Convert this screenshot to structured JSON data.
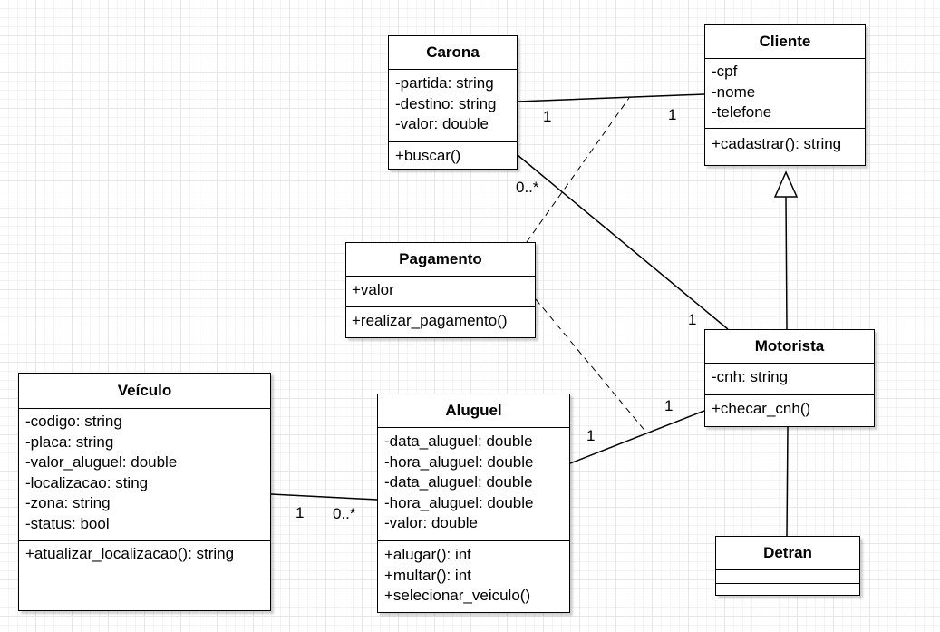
{
  "classes": {
    "carona": {
      "name": "Carona",
      "attributes": [
        "-partida: string",
        "-destino: string",
        "-valor: double"
      ],
      "methods": [
        "+buscar()"
      ]
    },
    "cliente": {
      "name": "Cliente",
      "attributes": [
        "-cpf",
        "-nome",
        "-telefone"
      ],
      "methods": [
        "+cadastrar(): string"
      ]
    },
    "pagamento": {
      "name": "Pagamento",
      "attributes": [
        "+valor"
      ],
      "methods": [
        "+realizar_pagamento()"
      ]
    },
    "motorista": {
      "name": "Motorista",
      "attributes": [
        "-cnh: string"
      ],
      "methods": [
        "+checar_cnh()"
      ]
    },
    "veiculo": {
      "name": "Veículo",
      "attributes": [
        "-codigo: string",
        "-placa: string",
        "-valor_aluguel: double",
        "-localizacao: sting",
        "-zona: string",
        "-status: bool"
      ],
      "methods": [
        "+atualizar_localizacao(): string"
      ]
    },
    "aluguel": {
      "name": "Aluguel",
      "attributes": [
        "-data_aluguel: double",
        "-hora_aluguel: double",
        "-data_aluguel: double",
        "-hora_aluguel: double",
        "-valor: double"
      ],
      "methods": [
        "+alugar(): int",
        "+multar(): int",
        "+selecionar_veiculo()"
      ]
    },
    "detran": {
      "name": "Detran",
      "attributes": [],
      "methods": []
    }
  },
  "multiplicities": {
    "carona_cliente_left": "1",
    "carona_cliente_right": "1",
    "carona_motorista_carona_end": "0..*",
    "carona_motorista_motorista_end": "1",
    "aluguel_motorista_motorista_end": "1",
    "aluguel_motorista_aluguel_end": "1",
    "veiculo_aluguel_veiculo_end": "1",
    "veiculo_aluguel_aluguel_end": "0..*"
  }
}
